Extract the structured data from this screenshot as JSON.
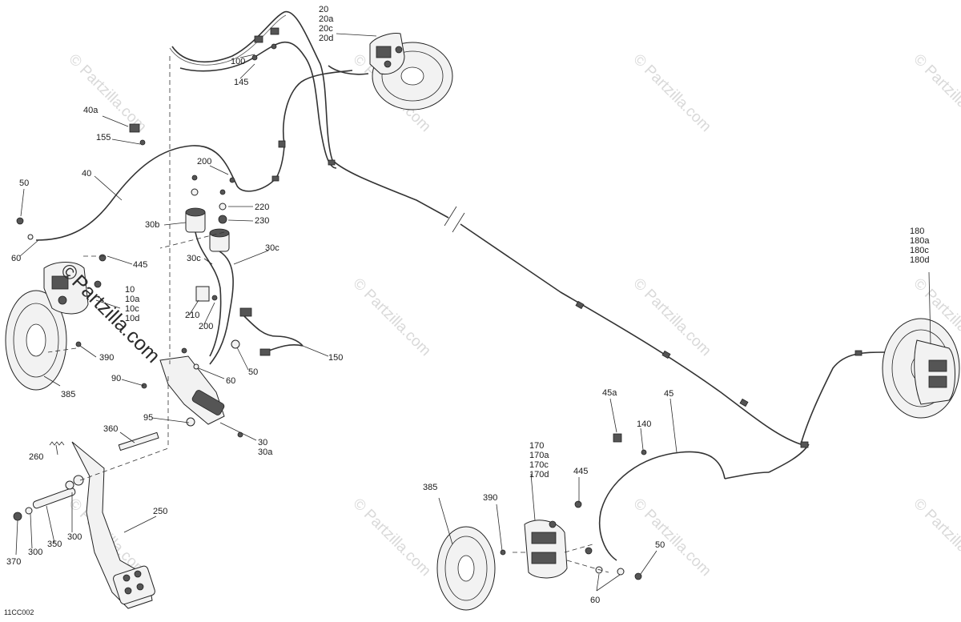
{
  "watermark": {
    "text": "© Partzilla.com",
    "brand_overlay": "Partzilla.com",
    "brand_symbol": "©"
  },
  "diagram_code": "11CC002",
  "callouts": [
    {
      "id": "c-20",
      "lines": [
        "20",
        "20a",
        "20c",
        "20d"
      ]
    },
    {
      "id": "c-100",
      "lines": [
        "100"
      ]
    },
    {
      "id": "c-145",
      "lines": [
        "145"
      ]
    },
    {
      "id": "c-40a",
      "lines": [
        "40a"
      ]
    },
    {
      "id": "c-155",
      "lines": [
        "155"
      ]
    },
    {
      "id": "c-40",
      "lines": [
        "40"
      ]
    },
    {
      "id": "c-200a",
      "lines": [
        "200"
      ]
    },
    {
      "id": "c-50a",
      "lines": [
        "50"
      ]
    },
    {
      "id": "c-30b",
      "lines": [
        "30b"
      ]
    },
    {
      "id": "c-220",
      "lines": [
        "220"
      ]
    },
    {
      "id": "c-230",
      "lines": [
        "230"
      ]
    },
    {
      "id": "c-60a",
      "lines": [
        "60"
      ]
    },
    {
      "id": "c-445a",
      "lines": [
        "445"
      ]
    },
    {
      "id": "c-30c-a",
      "lines": [
        "30c"
      ]
    },
    {
      "id": "c-30c-b",
      "lines": [
        "30c"
      ]
    },
    {
      "id": "c-10",
      "lines": [
        "10",
        "10a",
        "10c",
        "10d"
      ]
    },
    {
      "id": "c-210",
      "lines": [
        "210"
      ]
    },
    {
      "id": "c-200b",
      "lines": [
        "200"
      ]
    },
    {
      "id": "c-390a",
      "lines": [
        "390"
      ]
    },
    {
      "id": "c-150",
      "lines": [
        "150"
      ]
    },
    {
      "id": "c-50b",
      "lines": [
        "50"
      ]
    },
    {
      "id": "c-90",
      "lines": [
        "90"
      ]
    },
    {
      "id": "c-60b",
      "lines": [
        "60"
      ]
    },
    {
      "id": "c-385a",
      "lines": [
        "385"
      ]
    },
    {
      "id": "c-95",
      "lines": [
        "95"
      ]
    },
    {
      "id": "c-30",
      "lines": [
        "30",
        "30a"
      ]
    },
    {
      "id": "c-360",
      "lines": [
        "360"
      ]
    },
    {
      "id": "c-260",
      "lines": [
        "260"
      ]
    },
    {
      "id": "c-250",
      "lines": [
        "250"
      ]
    },
    {
      "id": "c-300a",
      "lines": [
        "300"
      ]
    },
    {
      "id": "c-300b",
      "lines": [
        "300"
      ]
    },
    {
      "id": "c-350",
      "lines": [
        "350"
      ]
    },
    {
      "id": "c-370",
      "lines": [
        "370"
      ]
    },
    {
      "id": "c-180",
      "lines": [
        "180",
        "180a",
        "180c",
        "180d"
      ]
    },
    {
      "id": "c-45a",
      "lines": [
        "45a"
      ]
    },
    {
      "id": "c-140",
      "lines": [
        "140"
      ]
    },
    {
      "id": "c-45",
      "lines": [
        "45"
      ]
    },
    {
      "id": "c-170",
      "lines": [
        "170",
        "170a",
        "170c",
        "170d"
      ]
    },
    {
      "id": "c-445b",
      "lines": [
        "445"
      ]
    },
    {
      "id": "c-385b",
      "lines": [
        "385"
      ]
    },
    {
      "id": "c-390b",
      "lines": [
        "390"
      ]
    },
    {
      "id": "c-50c",
      "lines": [
        "50"
      ]
    },
    {
      "id": "c-60c",
      "lines": [
        "60"
      ]
    }
  ]
}
